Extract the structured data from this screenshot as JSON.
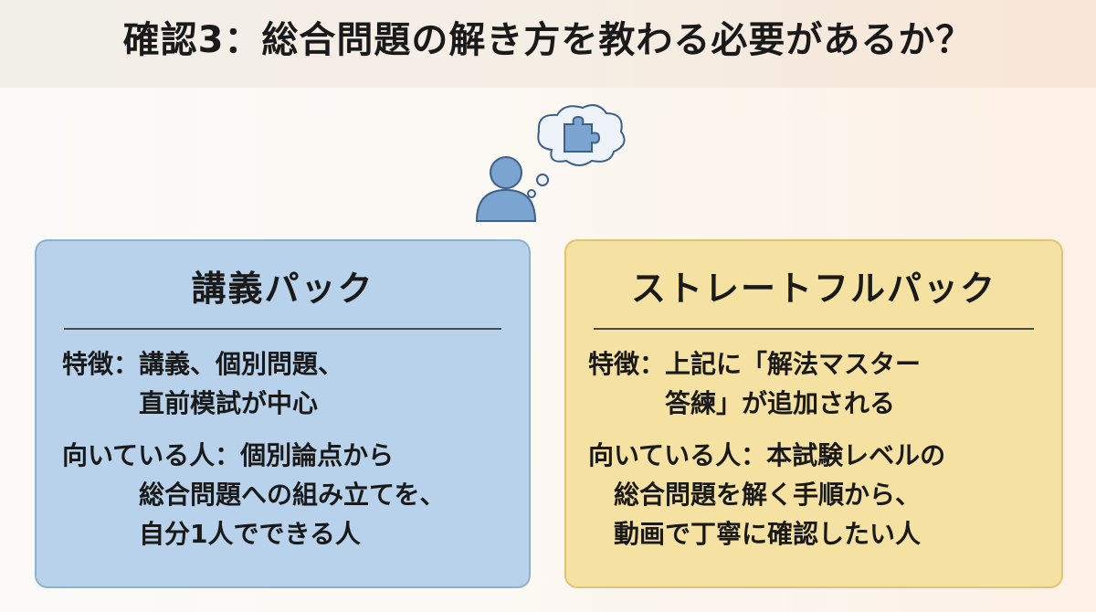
{
  "title": "確認3：総合問題の解き方を教わる必要があるか？",
  "icons": {
    "person": "person-icon",
    "thought": "thought-bubble-icon",
    "puzzle": "puzzle-piece-icon"
  },
  "colors": {
    "left_card_bg": "#b7d2ea",
    "left_card_border": "#8fb1d0",
    "right_card_bg": "#f5e2a2",
    "right_card_border": "#dfc56e",
    "icon_blue": "#7ca4d1"
  },
  "left_card": {
    "title": "講義パック",
    "feature_lines": [
      "特徴：講義、個別問題、",
      "　　　直前模試が中心"
    ],
    "target_lines": [
      "向いている人：個別論点から",
      "　　　総合問題への組み立てを、",
      "　　　自分1人でできる人"
    ]
  },
  "right_card": {
    "title": "ストレートフルパック",
    "feature_lines": [
      "特徴：上記に「解法マスター",
      "　　　答練」が追加される"
    ],
    "target_lines": [
      "向いている人：本試験レベルの",
      "　総合問題を解く手順から、",
      "　動画で丁寧に確認したい人"
    ]
  }
}
